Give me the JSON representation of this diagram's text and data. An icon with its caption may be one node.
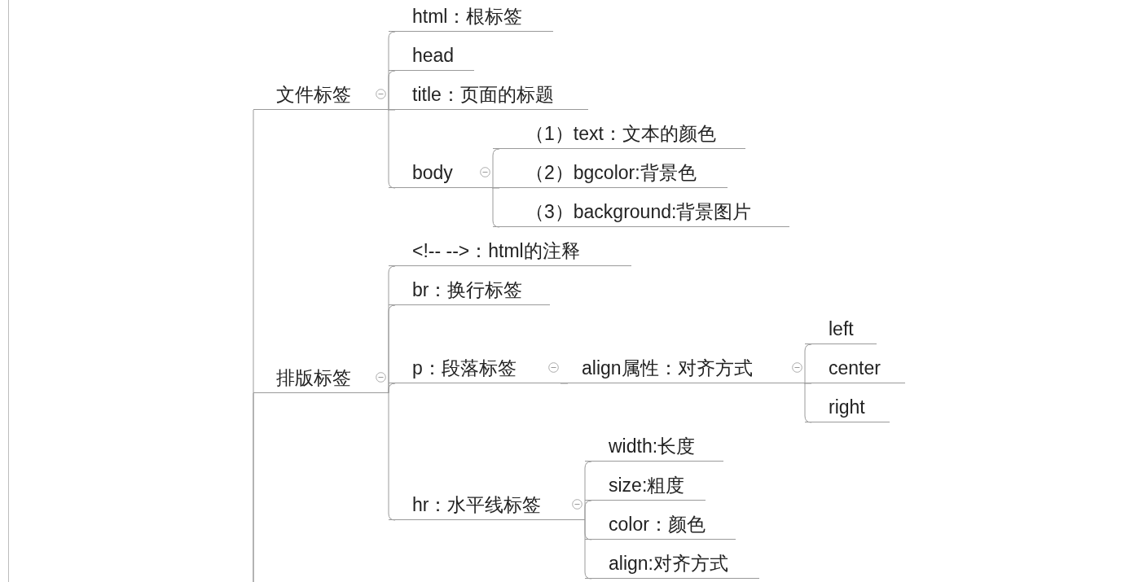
{
  "diagram": {
    "nodes": [
      {
        "text": [
          "文件标签"
        ]
      },
      {
        "text": [
          "html：根标签"
        ]
      },
      {
        "text": [
          "head"
        ]
      },
      {
        "text": [
          "title：页面的标题"
        ]
      },
      {
        "text": [
          "body"
        ]
      },
      {
        "text": [
          "（1）text：文本的颜色"
        ]
      },
      {
        "text": [
          "（2）bgcolor:背景色"
        ]
      },
      {
        "text": [
          "（3）background:背景图片"
        ]
      },
      {
        "text": [
          "排版标签"
        ]
      },
      {
        "text": [
          "<!-- -->：html的注释"
        ]
      },
      {
        "text": [
          "br：换行标签"
        ]
      },
      {
        "text": [
          "p：段落标签"
        ]
      },
      {
        "text": [
          "align属性：对齐方式"
        ]
      },
      {
        "text": [
          "left"
        ]
      },
      {
        "text": [
          "center"
        ]
      },
      {
        "text": [
          "right"
        ]
      },
      {
        "text": [
          "hr：水平线标签"
        ]
      },
      {
        "text": [
          "width:长度"
        ]
      },
      {
        "text": [
          "size:粗度"
        ]
      },
      {
        "text": [
          "color：颜色"
        ]
      },
      {
        "text": [
          "align:对齐方式"
        ]
      }
    ],
    "edges": [
      {
        "from": null,
        "to": 0,
        "arrow": "none"
      },
      {
        "from": null,
        "to": 8,
        "arrow": "none"
      },
      {
        "from": 0,
        "to": 1,
        "arrow": "none"
      },
      {
        "from": 0,
        "to": 2,
        "arrow": "none"
      },
      {
        "from": 0,
        "to": 3,
        "arrow": "none"
      },
      {
        "from": 0,
        "to": 4,
        "arrow": "none"
      },
      {
        "from": 4,
        "to": 5,
        "arrow": "none"
      },
      {
        "from": 4,
        "to": 6,
        "arrow": "none"
      },
      {
        "from": 4,
        "to": 7,
        "arrow": "none"
      },
      {
        "from": 8,
        "to": 9,
        "arrow": "none"
      },
      {
        "from": 8,
        "to": 10,
        "arrow": "none"
      },
      {
        "from": 8,
        "to": 11,
        "arrow": "none"
      },
      {
        "from": 8,
        "to": 16,
        "arrow": "none"
      },
      {
        "from": 11,
        "to": 12,
        "arrow": "none"
      },
      {
        "from": 12,
        "to": 13,
        "arrow": "none"
      },
      {
        "from": 12,
        "to": 14,
        "arrow": "none"
      },
      {
        "from": 12,
        "to": 15,
        "arrow": "none"
      },
      {
        "from": 16,
        "to": 17,
        "arrow": "none"
      },
      {
        "from": 16,
        "to": 18,
        "arrow": "none"
      },
      {
        "from": 16,
        "to": 19,
        "arrow": "none"
      },
      {
        "from": 16,
        "to": 20,
        "arrow": "none"
      }
    ]
  }
}
